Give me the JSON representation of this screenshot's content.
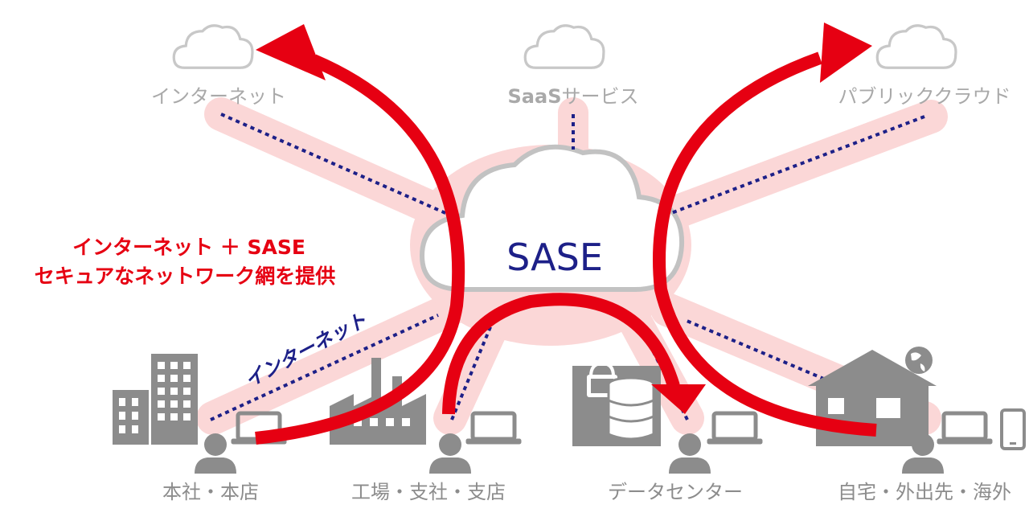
{
  "center": {
    "label": "SASE"
  },
  "top_nodes": [
    {
      "id": "internet",
      "label": "インターネット"
    },
    {
      "id": "saas",
      "label_bold": "SaaS",
      "label_rest": "サービス"
    },
    {
      "id": "public-cloud",
      "label": "パブリッククラウド"
    }
  ],
  "bottom_nodes": [
    {
      "id": "head-office",
      "label": "本社・本店"
    },
    {
      "id": "factory",
      "label": "工場・支社・支店"
    },
    {
      "id": "datacenter",
      "label": "データセンター"
    },
    {
      "id": "remote",
      "label": "自宅・外出先・海外"
    }
  ],
  "annotation": {
    "line1": "インターネット ＋ SASE",
    "line2": "セキュアなネットワーク網を提供"
  },
  "link_label": "インターネット",
  "colors": {
    "red": "#e60012",
    "navy": "#1d2088",
    "gray": "#a9a9a9",
    "icon_gray": "#8c8c8c",
    "pink_band": "#fbd5d5"
  }
}
